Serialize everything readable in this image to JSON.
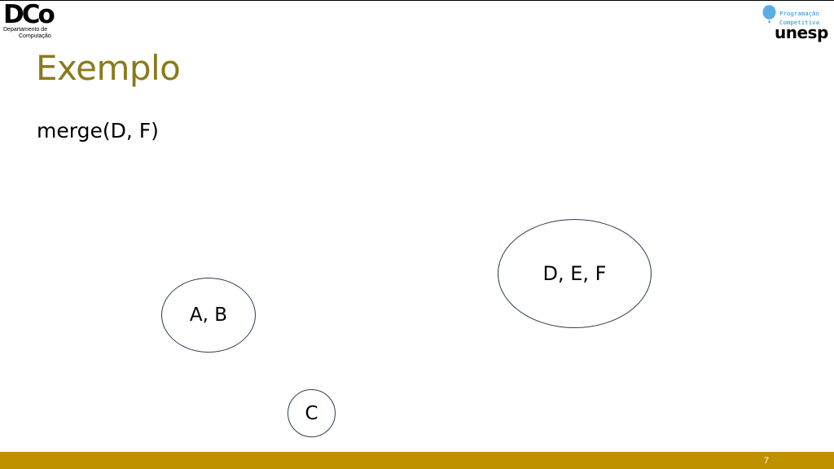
{
  "header": {
    "left_logo": {
      "mark": "DCo",
      "line1": "Departamento de",
      "line2": "Computação"
    },
    "right_logo": {
      "line1": "Programação",
      "line2": "Competitiva",
      "name": "unesp",
      "balloon_color": "#5aaee6"
    }
  },
  "slide": {
    "title": "Exemplo",
    "subtitle": "merge(D, F)",
    "title_color": "#8b7a1d"
  },
  "diagram": {
    "nodes": [
      {
        "id": "ab",
        "label": "A, B"
      },
      {
        "id": "c",
        "label": "C"
      },
      {
        "id": "def",
        "label": "D, E, F"
      }
    ]
  },
  "footer": {
    "page_number": "7",
    "bar_color": "#bf9000"
  }
}
